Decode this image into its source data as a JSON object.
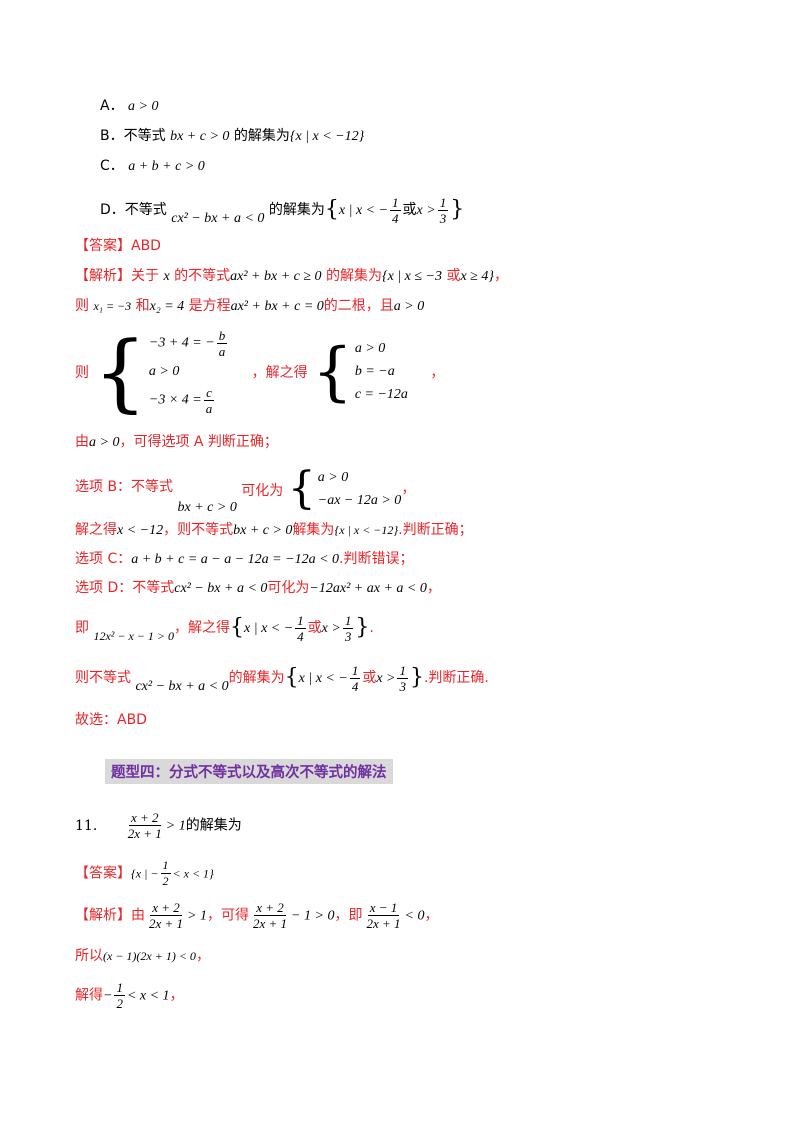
{
  "options": {
    "A": {
      "label": "A．",
      "expr": "a > 0"
    },
    "B": {
      "label": "B．",
      "text1": "不等式",
      "expr": "bx + c > 0",
      "text2": "的解集为",
      "set": "{x | x < −12}"
    },
    "C": {
      "label": "C．",
      "expr": "a + b + c > 0"
    },
    "D": {
      "label": "D．",
      "text1": "不等式",
      "expr": "cx² − bx + a < 0",
      "text2": "的解集为",
      "set_pre": "x | x < −",
      "set_num": "1",
      "set_den": "4",
      "set_or": "或",
      "set_mid": "x >",
      "set_num2": "1",
      "set_den2": "3"
    }
  },
  "answer1": {
    "tag": "【答案】",
    "value": "ABD"
  },
  "analysis1": {
    "tag": "【解析】",
    "l1a": "关于",
    "l1x": "x",
    "l1b": "的不等式",
    "l1expr": "ax² + bx + c ≥ 0",
    "l1c": "的解集为",
    "l1set": "{x | x ≤ −3",
    "l1or": "或",
    "l1set2": "x ≥ 4}",
    "l1end": "，",
    "l2a": "则",
    "l2x1": "x₁ = −3",
    "l2and": "和",
    "l2x2": "x₂ = 4",
    "l2b": "是方程",
    "l2eq": "ax² + bx + c = 0",
    "l2c": "的二根，且",
    "l2d": "a > 0",
    "sys_pre": "则",
    "sys1_r1a": "−3 + 4 = −",
    "sys1_r1n": "b",
    "sys1_r1d": "a",
    "sys1_r2": "a > 0",
    "sys1_r3a": "−3 × 4 =",
    "sys1_r3n": "c",
    "sys1_r3d": "a",
    "sys_mid": "，解之得",
    "sys2_r1": "a > 0",
    "sys2_r2": "b = −a",
    "sys2_r3": "c = −12a",
    "sys_end": "，",
    "l4a": "由",
    "l4expr": "a > 0",
    "l4b": "，可得选项 A 判断正确；",
    "l5a": "选项 B：不等式",
    "l5expr": "bx + c > 0",
    "l5b": "可化为",
    "l5r1": "a > 0",
    "l5r2": "−ax − 12a > 0",
    "l5end": "，",
    "l6a": "解之得",
    "l6expr": "x < −12",
    "l6b": "，则不等式",
    "l6expr2": "bx + c > 0",
    "l6c": "解集为",
    "l6set": "{x | x < −12}",
    "l6d": ".判断正确；",
    "l7a": "选项 C：",
    "l7expr": "a + b + c = a − a − 12a = −12a < 0",
    "l7b": ".判断错误；",
    "l8a": "选项 D：不等式",
    "l8expr": "cx² − bx + a < 0",
    "l8b": "可化为",
    "l8expr2": "−12ax² + ax + a < 0",
    "l8end": "，",
    "l9a": "即",
    "l9expr": "12x² − x − 1 > 0",
    "l9b": "，解之得",
    "l9set_pre": "x | x < −",
    "l9n": "1",
    "l9d": "4",
    "l9or": "或",
    "l9mid": "x >",
    "l9n2": "1",
    "l9d2": "3",
    "l9end": ".",
    "l10a": "则不等式",
    "l10expr": "cx² − bx + a < 0",
    "l10b": "的解集为",
    "l10set_pre": "x | x < −",
    "l10n": "1",
    "l10d": "4",
    "l10or": "或",
    "l10mid": "x >",
    "l10n2": "1",
    "l10d2": "3",
    "l10c": ".判断正确.",
    "l11": "故选：ABD"
  },
  "section_heading": "题型四：分式不等式以及高次不等式的解法",
  "q11": {
    "num": "11.",
    "frac_n": "x + 2",
    "frac_d": "2x + 1",
    "rel": "> 1",
    "text": "的解集为"
  },
  "answer2": {
    "tag": "【答案】",
    "pre": "{x | −",
    "n": "1",
    "d": "2",
    "post": "< x < 1}"
  },
  "analysis2": {
    "tag": "【解析】",
    "a": "由",
    "f1n": "x + 2",
    "f1d": "2x + 1",
    "r1": "> 1",
    "b": "，可得",
    "f2n": "x + 2",
    "f2d": "2x + 1",
    "r2": "− 1 > 0",
    "c": "，即",
    "f3n": "x − 1",
    "f3d": "2x + 1",
    "r3": "< 0",
    "end": "，",
    "l2a": "所以",
    "l2expr": "(x − 1)(2x + 1) < 0",
    "l2end": "，",
    "l3a": "解得",
    "l3pre": "−",
    "l3n": "1",
    "l3d": "2",
    "l3post": "< x < 1",
    "l3end": "，"
  }
}
